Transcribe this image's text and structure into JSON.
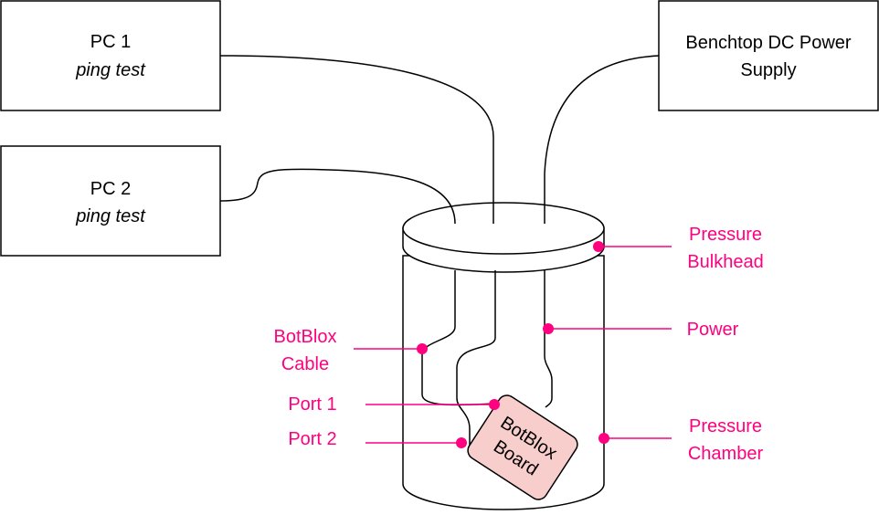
{
  "colors": {
    "annotation": "#ff0080",
    "board_fill": "#f8cecc",
    "line": "#000000"
  },
  "pc1": {
    "title": "PC 1",
    "subtitle": "ping test"
  },
  "pc2": {
    "title": "PC 2",
    "subtitle": "ping test"
  },
  "power_supply": {
    "line1": "Benchtop DC Power",
    "line2": "Supply"
  },
  "board": {
    "line1": "BotBlox",
    "line2": "Board"
  },
  "annotations": {
    "pressure_bulkhead": {
      "line1": "Pressure",
      "line2": "Bulkhead"
    },
    "power": {
      "line1": "Power"
    },
    "botblox_cable": {
      "line1": "BotBlox",
      "line2": "Cable"
    },
    "port1": {
      "line1": "Port 1"
    },
    "port2": {
      "line1": "Port 2"
    },
    "pressure_chamber": {
      "line1": "Pressure",
      "line2": "Chamber"
    }
  }
}
